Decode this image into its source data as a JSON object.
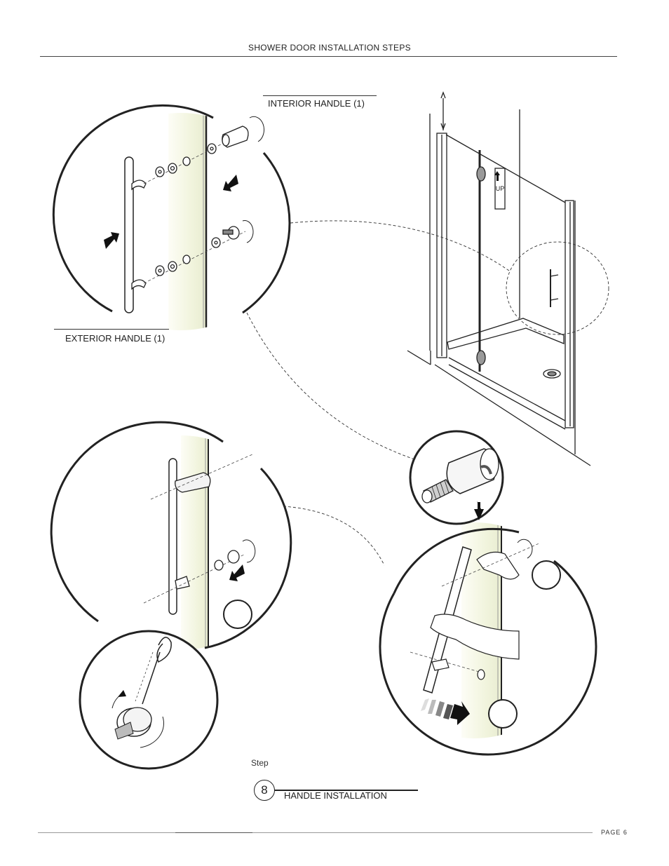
{
  "header": {
    "title": "SHOWER DOOR INSTALLATION STEPS"
  },
  "labels": {
    "interior_handle": "INTERIOR HANDLE (1)",
    "exterior_handle": "EXTERIOR HANDLE (1)",
    "panel_sticker": "UP"
  },
  "step": {
    "word": "Step",
    "number": "8",
    "title": "HANDLE INSTALLATION"
  },
  "footer": {
    "page_label": "PAGE 6"
  },
  "colors": {
    "glass_tint": "#f4f6e4",
    "line": "#222222"
  }
}
